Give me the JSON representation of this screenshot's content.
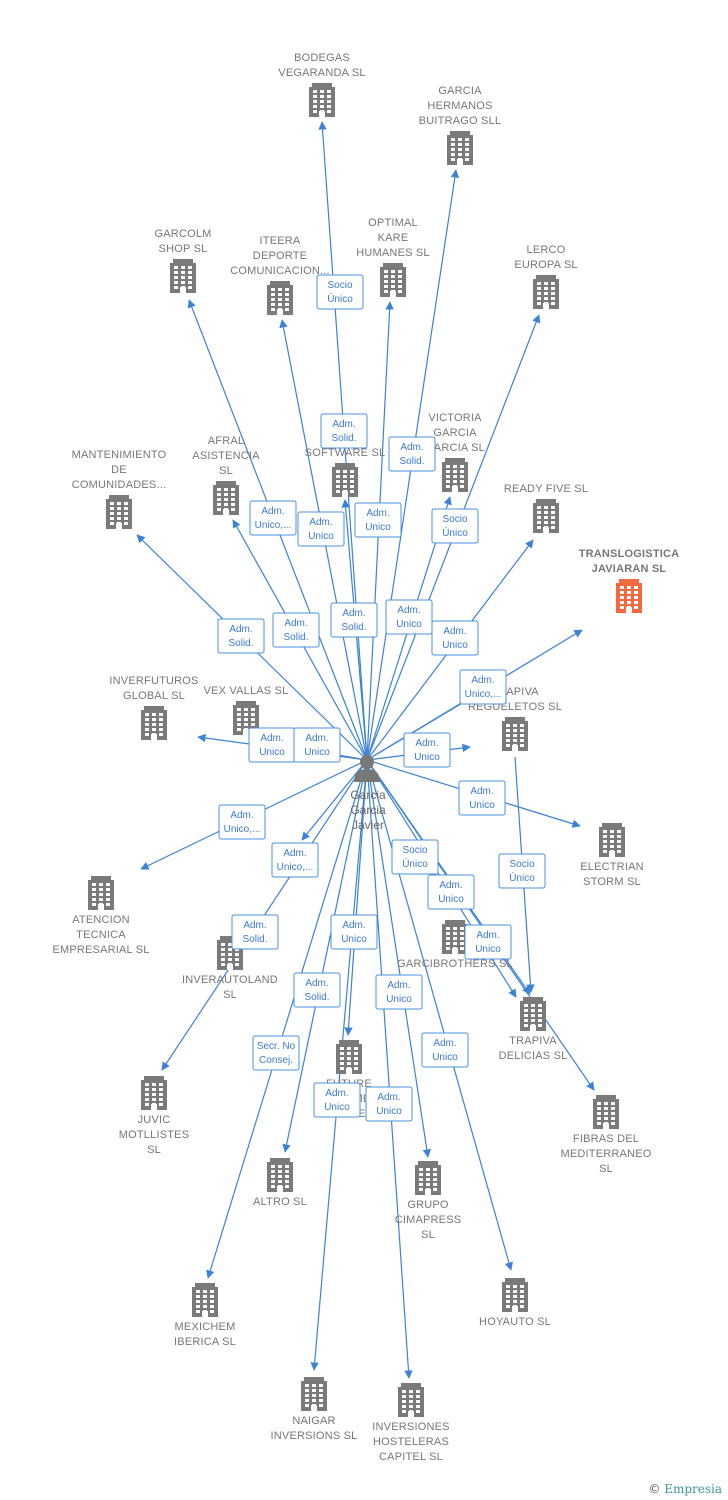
{
  "colors": {
    "edge": "#3b82d8",
    "building": "#7a7a7a",
    "highlight_building": "#f26a3d",
    "person": "#777777"
  },
  "center": {
    "name_lines": [
      "Garcia",
      "Garcia",
      "Javier"
    ],
    "icon": "person-icon"
  },
  "companies": [
    {
      "id": "bodegas",
      "lines": [
        "BODEGAS",
        "VEGARANDA SL"
      ]
    },
    {
      "id": "garcia_hermanos",
      "lines": [
        "GARCIA",
        "HERMANOS",
        "BUITRAGO  SLL"
      ]
    },
    {
      "id": "garcolm",
      "lines": [
        "GARCOLM",
        "SHOP  SL"
      ]
    },
    {
      "id": "iteera",
      "lines": [
        "ITEERA",
        "DEPORTE",
        "COMUNICACION..."
      ]
    },
    {
      "id": "optimal",
      "lines": [
        "OPTIMAL",
        "KARE",
        "HUMANES  SL"
      ]
    },
    {
      "id": "lerco",
      "lines": [
        "LERCO",
        "EUROPA  SL"
      ]
    },
    {
      "id": "mantenimiento",
      "lines": [
        "MANTENIMIENTO",
        "DE",
        "COMUNIDADES..."
      ]
    },
    {
      "id": "afral",
      "lines": [
        "AFRAL",
        "ASISTENCIA",
        "SL"
      ]
    },
    {
      "id": "software",
      "lines": [
        "SOFTWARE SL"
      ]
    },
    {
      "id": "victoria",
      "lines": [
        "VICTORIA",
        "GARCIA",
        "GARCIA SL"
      ]
    },
    {
      "id": "ready_five",
      "lines": [
        "READY FIVE SL"
      ]
    },
    {
      "id": "translogistica",
      "lines": [
        "TRANSLOGISTICA",
        "JAVIARAN  SL"
      ],
      "highlight": true
    },
    {
      "id": "inverfuturos",
      "lines": [
        "INVERFUTUROS",
        "GLOBAL  SL"
      ]
    },
    {
      "id": "vex_vallas",
      "lines": [
        "VEX VALLAS SL"
      ]
    },
    {
      "id": "trapiva_reg",
      "lines": [
        "TRAPIVA",
        "REGUELETOS SL"
      ]
    },
    {
      "id": "electrian",
      "lines": [
        "ELECTRIAN",
        "STORM SL"
      ]
    },
    {
      "id": "atencion",
      "lines": [
        "ATENCION",
        "TECNICA",
        "EMPRESARIAL SL"
      ]
    },
    {
      "id": "inverautoland",
      "lines": [
        "INVERAUTOLAND",
        "SL"
      ]
    },
    {
      "id": "garcibrothers",
      "lines": [
        "GARCIBROTHERS SL"
      ]
    },
    {
      "id": "trapiva_del",
      "lines": [
        "TRAPIVA",
        "DELICIAS SL"
      ]
    },
    {
      "id": "juvic",
      "lines": [
        "JUVIC",
        "MOTLLISTES",
        "SL"
      ]
    },
    {
      "id": "fibras",
      "lines": [
        "FIBRAS DEL",
        "MEDITERRANEO",
        "SL"
      ]
    },
    {
      "id": "future",
      "lines": [
        "FUTURE",
        "INVESTMENT",
        "MARKET"
      ]
    },
    {
      "id": "altro",
      "lines": [
        "ALTRO  SL"
      ]
    },
    {
      "id": "grupo",
      "lines": [
        "GRUPO",
        "CIMAPRESS",
        "SL"
      ]
    },
    {
      "id": "mexichem",
      "lines": [
        "MEXICHEM",
        "IBERICA  SL"
      ]
    },
    {
      "id": "hoyauto",
      "lines": [
        "HOYAUTO SL"
      ]
    },
    {
      "id": "naigar",
      "lines": [
        "NAIGAR",
        "INVERSIONS SL"
      ]
    },
    {
      "id": "inversiones",
      "lines": [
        "INVERSIONES",
        "HOSTELERAS",
        "CAPITEL SL"
      ]
    }
  ],
  "relations": [
    {
      "to": "bodegas",
      "lines": [
        "Socio",
        "Único"
      ]
    },
    {
      "to": "software",
      "lines": [
        "Adm.",
        "Solid."
      ]
    },
    {
      "to": "garcia_hermanos",
      "lines": [
        "Adm.",
        "Solid."
      ]
    },
    {
      "to": "afral",
      "lines": [
        "Adm.",
        "Unico,..."
      ]
    },
    {
      "to": "iteera",
      "lines": [
        "Adm.",
        "Unico"
      ]
    },
    {
      "to": "optimal",
      "lines": [
        "Adm.",
        "Unico"
      ]
    },
    {
      "to": "lerco",
      "lines": [
        "Socio",
        "Único"
      ]
    },
    {
      "to": "mantenimiento",
      "lines": [
        "Adm.",
        "Solid."
      ]
    },
    {
      "to": "garcolm",
      "lines": [
        "Adm.",
        "Solid."
      ]
    },
    {
      "to": "victoria",
      "lines": [
        "Adm.",
        "Solid."
      ]
    },
    {
      "to": "ready_five",
      "lines": [
        "Adm.",
        "Unico"
      ]
    },
    {
      "to": "translogistica",
      "lines": [
        "Adm.",
        "Unico"
      ]
    },
    {
      "to": "inverfuturos",
      "lines": [
        "Adm.",
        "Unico,..."
      ]
    },
    {
      "to": "vex_vallas",
      "lines": [
        "Adm.",
        "Unico"
      ]
    },
    {
      "to": "atencion",
      "lines": [
        "Adm.",
        "Unico"
      ]
    },
    {
      "to": "trapiva_reg",
      "lines": [
        "Adm.",
        "Unico"
      ]
    },
    {
      "to": "electrian",
      "lines": [
        "Adm.",
        "Unico"
      ]
    },
    {
      "to": "juvic",
      "lines": [
        "Adm.",
        "Unico,..."
      ]
    },
    {
      "to": "inverautoland",
      "lines": [
        "Adm.",
        "Unico,..."
      ]
    },
    {
      "to": "trapiva_del",
      "lines": [
        "Socio",
        "Único"
      ]
    },
    {
      "to": "garcibrothers",
      "lines": [
        "Adm.",
        "Solid."
      ]
    },
    {
      "to": "future",
      "lines": [
        "Adm.",
        "Unico"
      ]
    },
    {
      "to": "fibras",
      "lines": [
        "Adm.",
        "Unico"
      ]
    },
    {
      "to": "hoyauto",
      "lines": [
        "Adm.",
        "Unico"
      ]
    },
    {
      "to": "trapiva_del2",
      "lines": [
        "Socio",
        "Único"
      ]
    },
    {
      "to": "altro",
      "lines": [
        "Adm.",
        "Solid."
      ]
    },
    {
      "to": "grupo",
      "lines": [
        "Adm.",
        "Unico"
      ]
    },
    {
      "to": "mexichem",
      "lines": [
        "Secr.  No",
        "Consej."
      ]
    },
    {
      "to": "naigar",
      "lines": [
        "Adm.",
        "Unico"
      ]
    },
    {
      "to": "inversiones",
      "lines": [
        "Adm.",
        "Unico"
      ]
    },
    {
      "to": "hoyauto2",
      "lines": [
        "Adm.",
        "Unico"
      ]
    }
  ],
  "credit": {
    "symbol": "©",
    "brand": "Empresia"
  }
}
